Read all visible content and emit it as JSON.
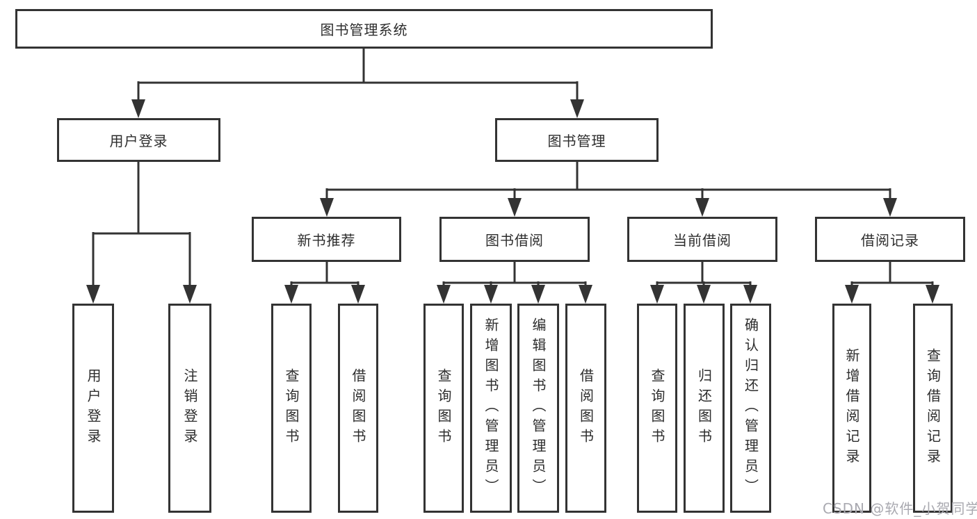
{
  "diagram": {
    "title": "图书管理系统",
    "branches": {
      "user_login": {
        "label": "用户登录",
        "children": [
          {
            "label": "用户登录"
          },
          {
            "label": "注销登录"
          }
        ]
      },
      "book_management": {
        "label": "图书管理",
        "sections": [
          {
            "label": "新书推荐",
            "children": [
              {
                "label": "查询图书"
              },
              {
                "label": "借阅图书"
              }
            ]
          },
          {
            "label": "图书借阅",
            "children": [
              {
                "label": "查询图书"
              },
              {
                "label": "新增图书（管理员）"
              },
              {
                "label": "编辑图书（管理员）"
              },
              {
                "label": "借阅图书"
              }
            ]
          },
          {
            "label": "当前借阅",
            "children": [
              {
                "label": "查询图书"
              },
              {
                "label": "归还图书"
              },
              {
                "label": "确认归还（管理员）"
              }
            ]
          },
          {
            "label": "借阅记录",
            "children": [
              {
                "label": "新增借阅记录"
              },
              {
                "label": "查询借阅记录"
              }
            ]
          }
        ]
      }
    },
    "watermark": "CSDN @软件_小贺同学",
    "colors": {
      "line": "#333333",
      "box_border": "#333333",
      "text": "#2d2d2d",
      "watermark": "#a9a9b0",
      "background": "#ffffff"
    }
  }
}
